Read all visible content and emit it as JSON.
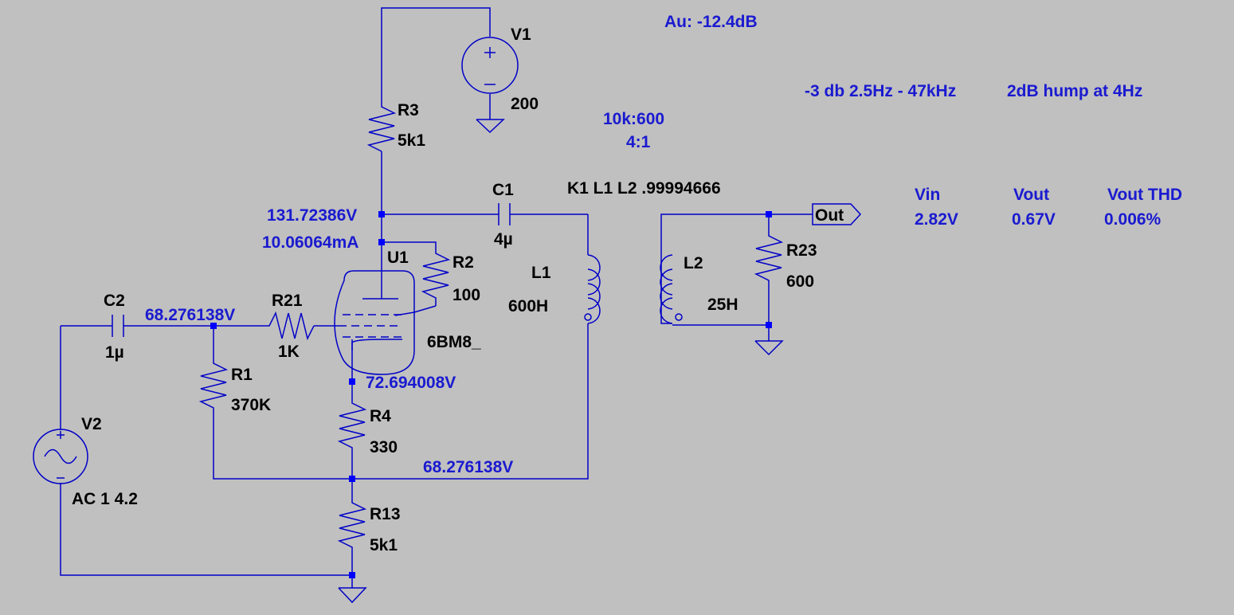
{
  "annotations": {
    "gain": "Au: -12.4dB",
    "bandwidth": "-3 db 2.5Hz - 47kHz",
    "hump": "2dB hump at 4Hz",
    "ratio": "10k:600",
    "ratio2": "4:1",
    "coupling": "K1 L1 L2 .99994666"
  },
  "measurements": {
    "vin_header": "Vin",
    "vout_header": "Vout",
    "thd_header": "Vout THD",
    "vin_value": "2.82V",
    "vout_value": "0.67V",
    "thd_value": "0.006%"
  },
  "node_labels": {
    "plate_voltage": "131.72386V",
    "plate_current": "10.06064mA",
    "grid_voltage": "68.276138V",
    "cathode_voltage": "72.694008V",
    "bottom_voltage": "68.276138V",
    "output_port": "Out"
  },
  "components": {
    "V1": {
      "name": "V1",
      "value": "200"
    },
    "V2": {
      "name": "V2",
      "value": "AC 1 4.2"
    },
    "R3": {
      "name": "R3",
      "value": "5k1"
    },
    "R2": {
      "name": "R2",
      "value": "100"
    },
    "R21": {
      "name": "R21",
      "value": "1K"
    },
    "R1": {
      "name": "R1",
      "value": "370K"
    },
    "R4": {
      "name": "R4",
      "value": "330"
    },
    "R13": {
      "name": "R13",
      "value": "5k1"
    },
    "R23": {
      "name": "R23",
      "value": "600"
    },
    "C1": {
      "name": "C1",
      "value": "4µ"
    },
    "C2": {
      "name": "C2",
      "value": "1µ"
    },
    "L1": {
      "name": "L1",
      "value": "600H"
    },
    "L2": {
      "name": "L2",
      "value": "25H"
    },
    "U1": {
      "name": "U1",
      "value": "6BM8_"
    }
  }
}
